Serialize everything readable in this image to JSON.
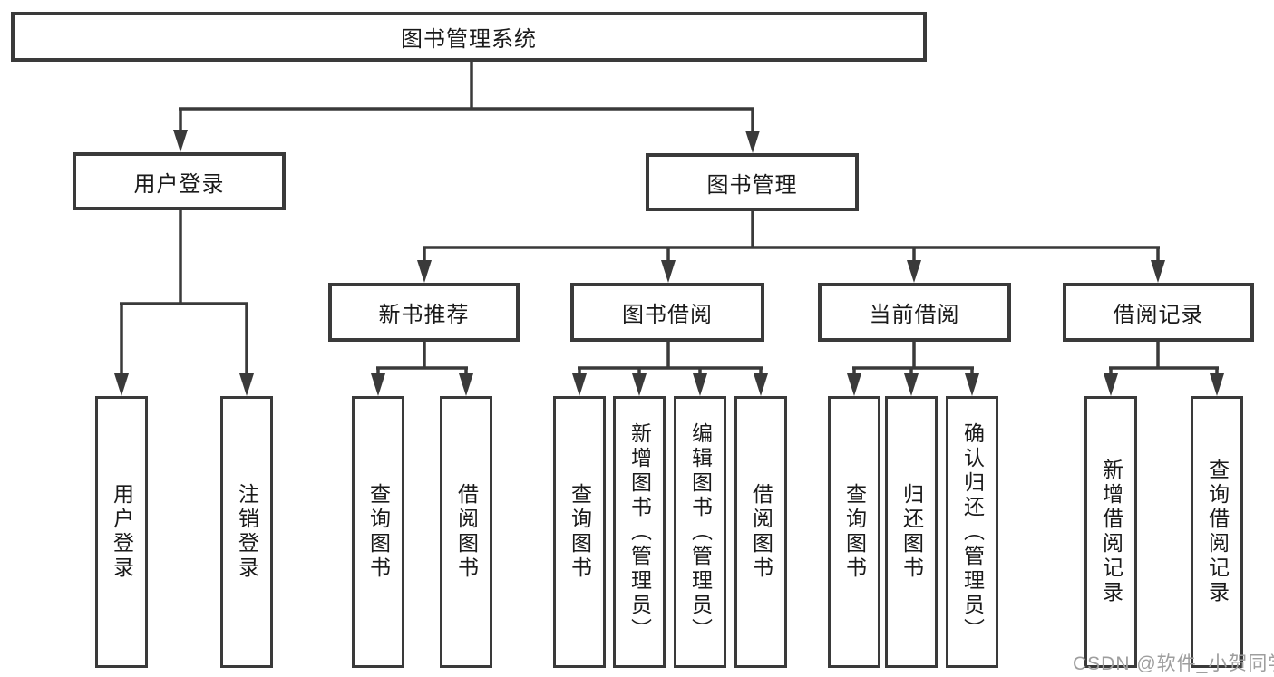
{
  "diagram": {
    "root_label": "图书管理系统",
    "level2": [
      {
        "label": "用户登录",
        "leaves": [
          "用户登录",
          "注销登录"
        ]
      },
      {
        "label": "图书管理",
        "groups": [
          {
            "label": "新书推荐",
            "leaves": [
              "查询图书",
              "借阅图书"
            ]
          },
          {
            "label": "图书借阅",
            "leaves": [
              "查询图书",
              "新增图书（管理员）",
              "编辑图书（管理员）",
              "借阅图书"
            ]
          },
          {
            "label": "当前借阅",
            "leaves": [
              "查询图书",
              "归还图书",
              "确认归还（管理员）"
            ]
          },
          {
            "label": "借阅记录",
            "leaves": [
              "新增借阅记录",
              "查询借阅记录"
            ]
          }
        ]
      }
    ]
  },
  "watermark": "CSDN @软件_小贺同学",
  "colors": {
    "line": "#3a3a3a",
    "box_border": "#3a3a3a",
    "box_fill": "#ffffff",
    "text": "#1a1a1a",
    "watermark": "#9e9e9e",
    "background": "#ffffff"
  }
}
